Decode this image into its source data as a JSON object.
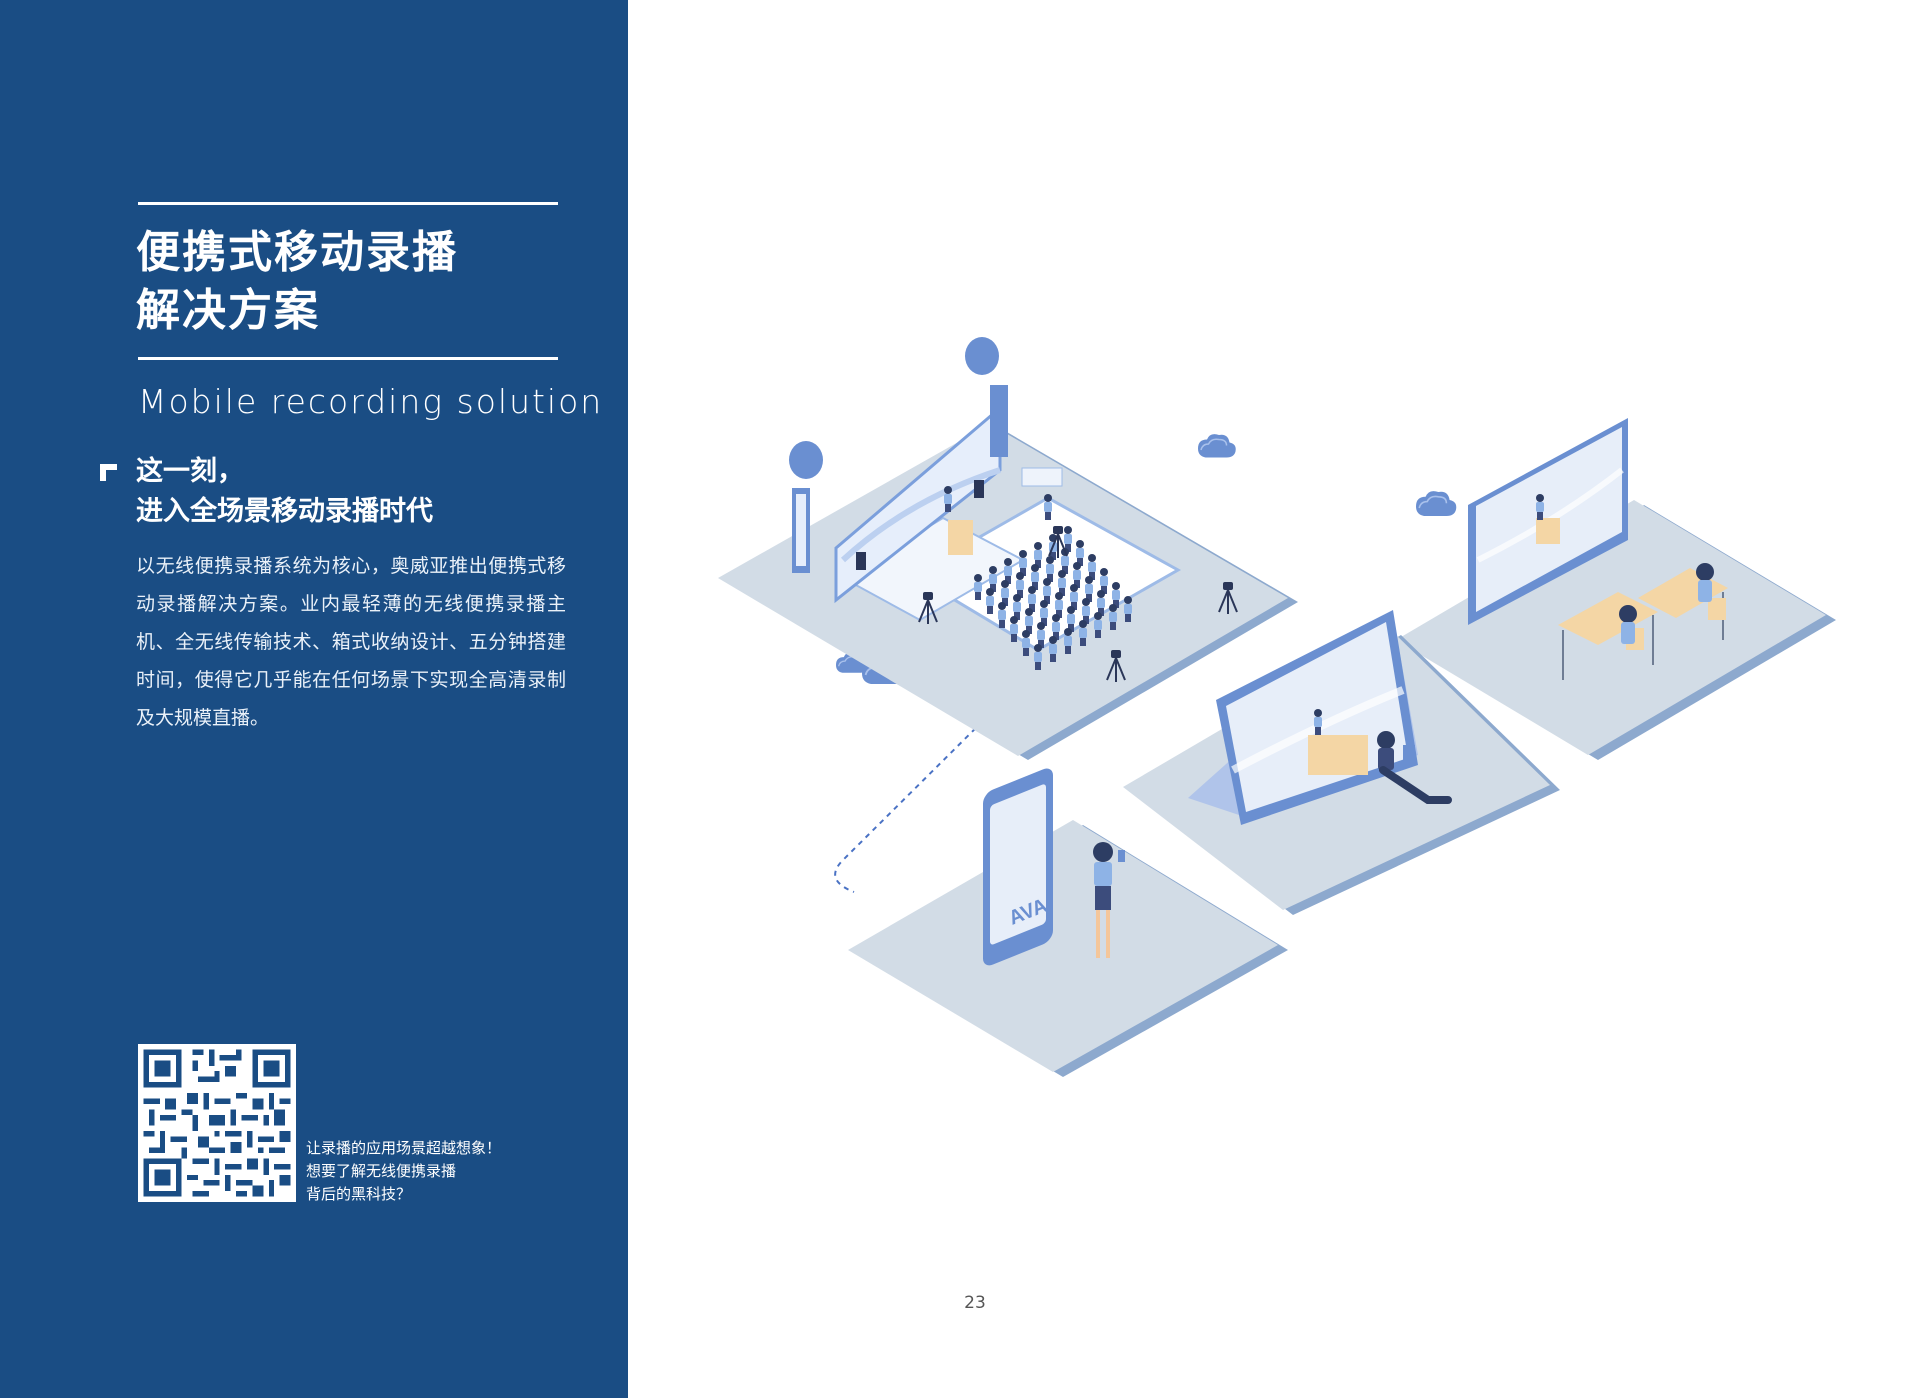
{
  "left_panel": {
    "title_line1": "便携式移动录播",
    "title_line2": "解决方案",
    "subtitle": "Mobile recording solution",
    "headline_line1": "这一刻，",
    "headline_line2": "进入全场景移动录播时代",
    "body": "以无线便携录播系统为核心，奥威亚推出便携式移动录播解决方案。业内最轻薄的无线便携录播主机、全无线传输技术、箱式收纳设计、五分钟搭建时间，使得它几乎能在任何场景下实现全高清录制及大规模直播。",
    "qr_caption_line1": "让录播的应用场景超越想象！",
    "qr_caption_line2": "想要了解无线便携录播",
    "qr_caption_line3": "背后的黑科技？"
  },
  "illustration": {
    "screen_label": "AVA"
  },
  "page_number": "23",
  "colors": {
    "panel_blue": "#1a4d84",
    "tile_gray": "#d2dce6",
    "accent_blue": "#6a8fd1",
    "desk_wood": "#f4d6a5"
  }
}
